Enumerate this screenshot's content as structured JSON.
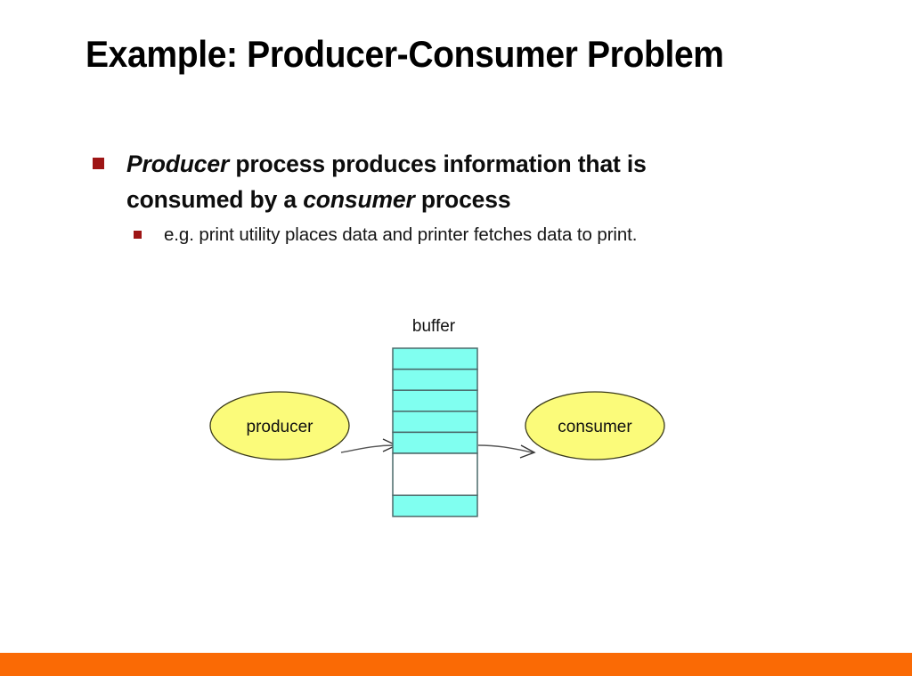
{
  "slide": {
    "title": "Example: Producer-Consumer Problem",
    "accent_color": "#fa6a05",
    "bullet_color": "#9e1515",
    "background": "#ffffff"
  },
  "bullets": [
    {
      "level": 1,
      "marker": "square-bullet",
      "parts": [
        {
          "text": "Producer",
          "style": "bold-italic"
        },
        {
          "text": " process produces information that is consumed by a ",
          "style": "bold"
        },
        {
          "text": "consumer",
          "style": "bold-italic"
        },
        {
          "text": " process",
          "style": "bold"
        }
      ],
      "plain": "Producer process produces information that is consumed by a consumer process"
    },
    {
      "level": 2,
      "marker": "square-bullet",
      "plain": "e.g. print utility places data and printer fetches data to print."
    }
  ],
  "diagram": {
    "type": "producer-consumer-buffer",
    "caption": "buffer",
    "producer": {
      "label": "producer",
      "fill": "#fbfb7a",
      "stroke": "#3a3a1a"
    },
    "consumer": {
      "label": "consumer",
      "fill": "#fbfb7a",
      "stroke": "#3a3a1a"
    },
    "buffer": {
      "slot_count": 8,
      "filled_color": "#80fff0",
      "empty_color": "#ffffff",
      "stroke": "#4a6a6a",
      "slots": [
        {
          "index": 1,
          "state": "filled"
        },
        {
          "index": 2,
          "state": "filled"
        },
        {
          "index": 3,
          "state": "filled"
        },
        {
          "index": 4,
          "state": "filled"
        },
        {
          "index": 5,
          "state": "filled"
        },
        {
          "index": 6,
          "state": "empty"
        },
        {
          "index": 7,
          "state": "empty"
        },
        {
          "index": 8,
          "state": "filled"
        }
      ],
      "filled_count": 6,
      "empty_count": 2
    },
    "arrows": [
      {
        "name": "producer-to-buffer",
        "from": "producer",
        "to": "buffer",
        "direction": "right"
      },
      {
        "name": "buffer-to-consumer",
        "from": "buffer",
        "to": "consumer",
        "direction": "right"
      }
    ]
  }
}
